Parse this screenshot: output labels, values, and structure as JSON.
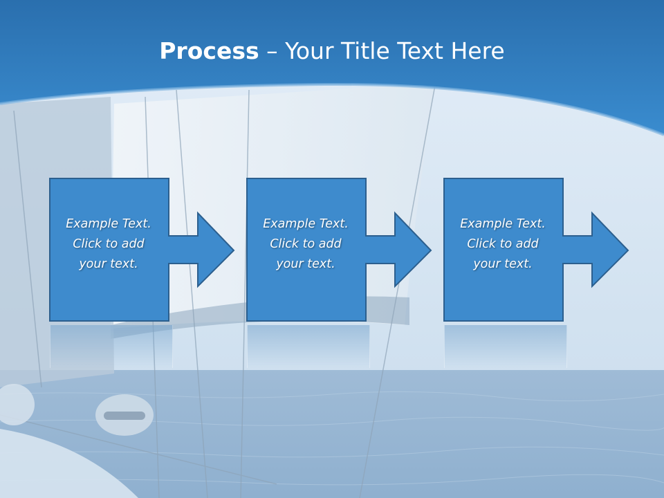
{
  "slide": {
    "title_bold": "Process",
    "title_rest": " – Your Title Text Here",
    "colors": {
      "header_blue": "#2f7fc0",
      "box_fill": "#3e8bcd",
      "box_border": "#2c5f8e"
    },
    "steps": [
      {
        "lines": [
          "Example Text.",
          "Click  to add",
          "your text."
        ]
      },
      {
        "lines": [
          "Example Text.",
          "Click  to add",
          "your text."
        ]
      },
      {
        "lines": [
          "Example Text.",
          "Click  to add",
          "your text."
        ]
      }
    ]
  }
}
